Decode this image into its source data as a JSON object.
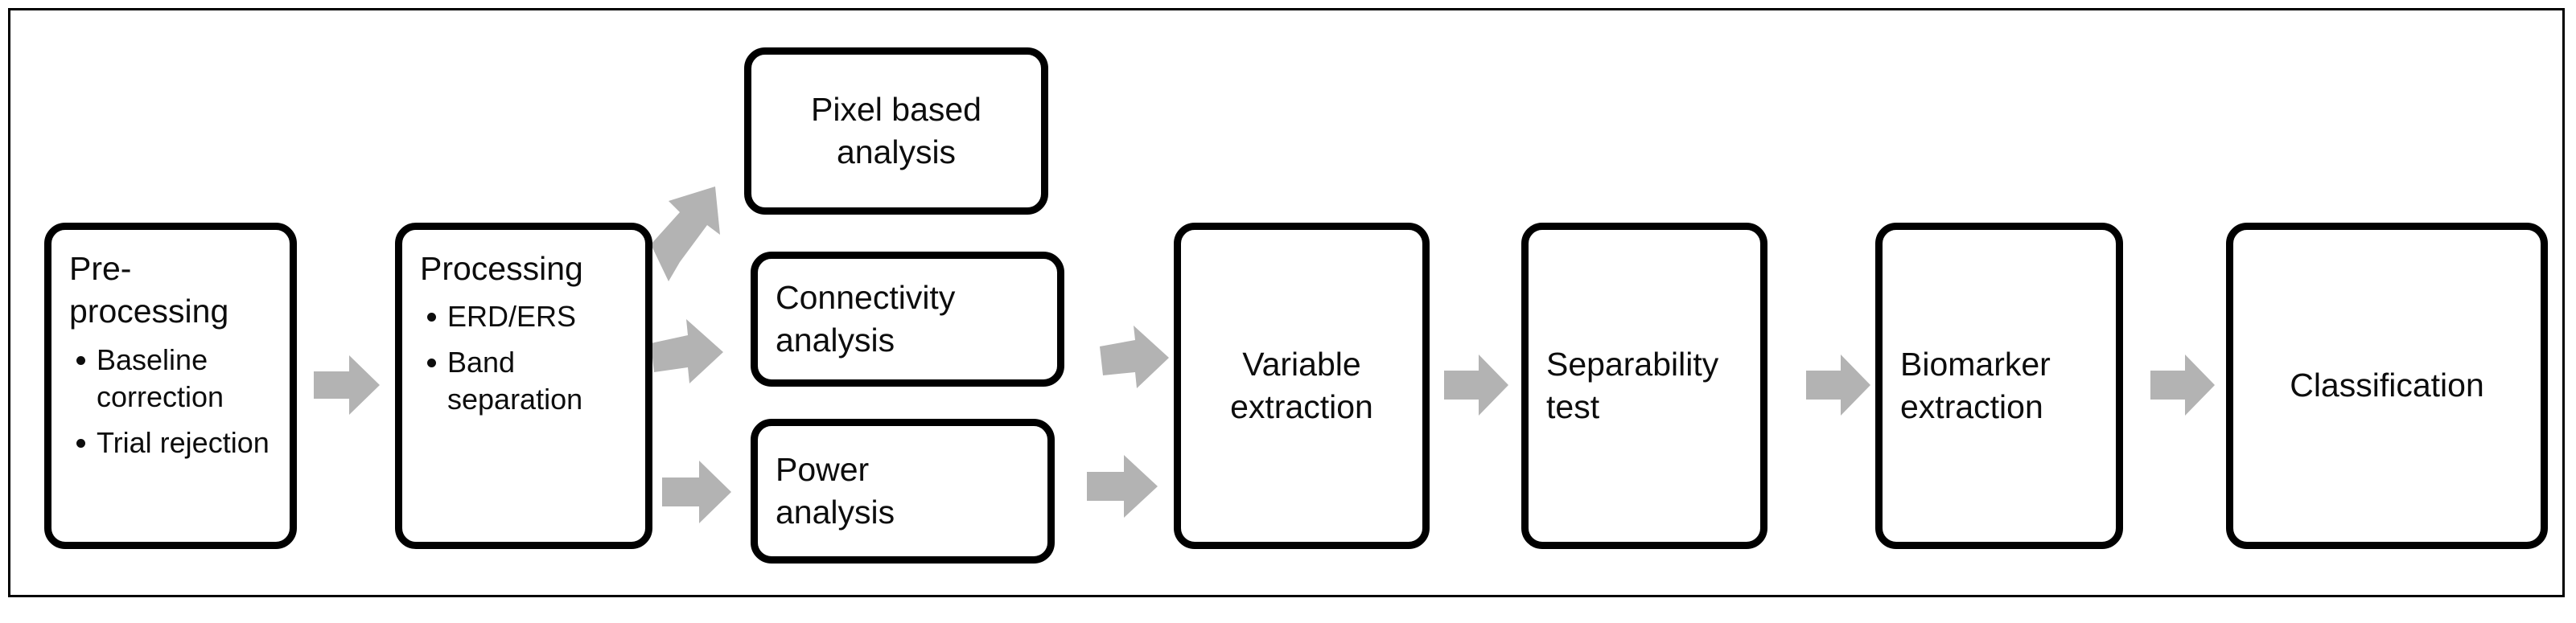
{
  "diagram": {
    "title": "EEG analysis pipeline flowchart",
    "arrow_color": "#b3b3b3",
    "box_border_color": "#000000",
    "text_color": "#0d0d0d",
    "background": "#ffffff"
  },
  "nodes": {
    "preprocessing": {
      "title": "Pre-\nprocessing",
      "bullets": [
        "Baseline\ncorrection",
        "Trial\nrejection"
      ]
    },
    "processing": {
      "title": "Processing",
      "bullets": [
        "ERD/ERS",
        "Band\nseparation"
      ]
    },
    "pixel_based_analysis": {
      "title": "Pixel based\nanalysis"
    },
    "connectivity_analysis": {
      "title": "Connectivity\nanalysis"
    },
    "power_analysis": {
      "title": "Power\nanalysis"
    },
    "variable_extraction": {
      "title": "Variable\nextraction"
    },
    "separability_test": {
      "title": "Separability\ntest"
    },
    "biomarker_extraction": {
      "title": "Biomarker\nextraction"
    },
    "classification": {
      "title": "Classification"
    }
  },
  "arrows": [
    {
      "name": "arrow-preprocessing-to-processing",
      "from": "preprocessing",
      "to": "processing"
    },
    {
      "name": "arrow-processing-to-pixel-based",
      "from": "processing",
      "to": "pixel_based_analysis"
    },
    {
      "name": "arrow-processing-to-connectivity",
      "from": "processing",
      "to": "connectivity_analysis"
    },
    {
      "name": "arrow-processing-to-power",
      "from": "processing",
      "to": "power_analysis"
    },
    {
      "name": "arrow-connectivity-to-variable",
      "from": "connectivity_analysis",
      "to": "variable_extraction"
    },
    {
      "name": "arrow-power-to-variable",
      "from": "power_analysis",
      "to": "variable_extraction"
    },
    {
      "name": "arrow-variable-to-separability",
      "from": "variable_extraction",
      "to": "separability_test"
    },
    {
      "name": "arrow-separability-to-biomarker",
      "from": "separability_test",
      "to": "biomarker_extraction"
    },
    {
      "name": "arrow-biomarker-to-classification",
      "from": "biomarker_extraction",
      "to": "classification"
    }
  ]
}
